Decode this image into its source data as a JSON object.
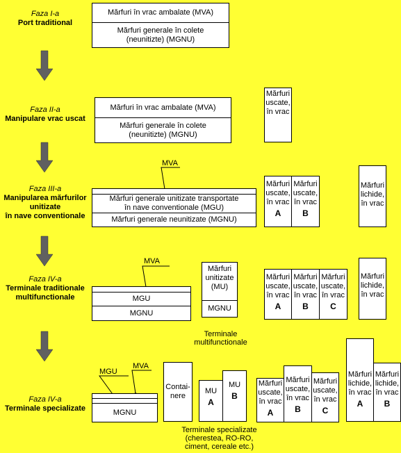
{
  "phases": [
    {
      "italic": "Faza I-a",
      "bold": "Port traditional"
    },
    {
      "italic": "Faza II-a",
      "bold": "Manipulare vrac uscat"
    },
    {
      "italic": "Faza III-a",
      "bold": "Manipularea mărfurilor\nunitizate\nîn nave conventionale"
    },
    {
      "italic": "Faza IV-a",
      "bold": "Terminale traditionale\nmultifunctionale"
    },
    {
      "italic": "Faza IV-a",
      "bold": "Terminale specializate"
    }
  ],
  "phase1": {
    "mva": "Mărfuri în vrac ambalate (MVA)",
    "mgnu": "Mărfuri generale în colete\n(neunitizte) (MGNU)"
  },
  "phase2": {
    "mva": "Mărfuri în vrac ambalate (MVA)",
    "mgnu": "Mărfuri generale în colete\n(neunitizte) (MGNU)",
    "dry": "Mărfuri\nuscate,\nîn vrac"
  },
  "phase3": {
    "mva_label": "MVA",
    "mgu": "Mărfuri  generale unitizate transportate\nîn nave conventionale (MGU)",
    "mgnu": "Mărfuri generale neunitizate (MGNU)",
    "dry": "Mărfuri\nuscate,\nîn vrac",
    "dry_letters": [
      "A",
      "B"
    ],
    "liquid": "Mărfuri\nlichide,\nîn vrac"
  },
  "phase4": {
    "mva_label": "MVA",
    "mgu": "MGU",
    "mgnu": "MGNU",
    "mu": "Mărfuri\nunitizate\n(MU)",
    "mu_mgnu": "MGNU",
    "dry": "Mărfuri\nuscate,\nîn vrac",
    "dry_letters": [
      "A",
      "B",
      "C"
    ],
    "liquid": "Mărfuri\nlichide,\nîn vrac",
    "caption": "Terminale\nmultifunctionale"
  },
  "phase5": {
    "mgu_label": "MGU",
    "mva_label": "MVA",
    "mgnu": "MGNU",
    "containers": "Contai-\nnere",
    "mu": "MU",
    "mu_letters": [
      "A",
      "B"
    ],
    "dry": "Mărfuri\nuscate,\nîn vrac",
    "dry_letters": [
      "A",
      "B",
      "C"
    ],
    "liquid": "Mărfuri\nlichide,\nîn vrac",
    "liquid_letters": [
      "A",
      "B"
    ],
    "caption": "Terminale specializate\n(cherestea, RO-RO,\nciment, cereale etc.)"
  },
  "colors": {
    "background": "#ffff33",
    "arrow": "#606060"
  }
}
